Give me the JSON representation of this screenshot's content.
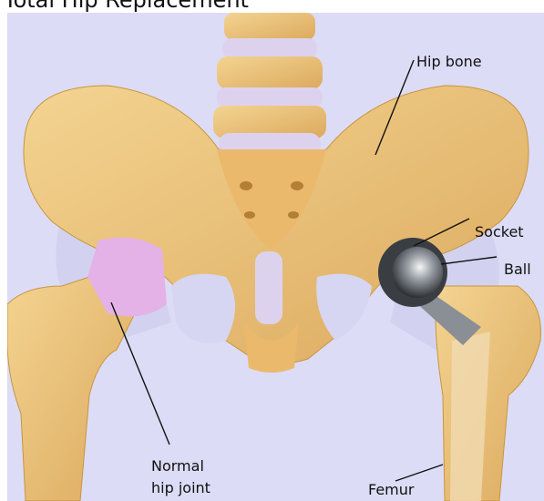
{
  "title": "Total Hip Replacement",
  "labels": {
    "hip_bone": "Hip bone",
    "socket": "Socket",
    "ball": "Ball",
    "normal_hip_joint_line1": "Normal",
    "normal_hip_joint_line2": "hip joint",
    "femur": "Femur"
  },
  "colors": {
    "bone": "#ecc57f",
    "bone_shadow": "#c9953f",
    "cartilage": "#e4b2e6",
    "disc": "#ddd2ee",
    "background": "#dcdcf6",
    "implant_metal": "#8a8f96"
  }
}
